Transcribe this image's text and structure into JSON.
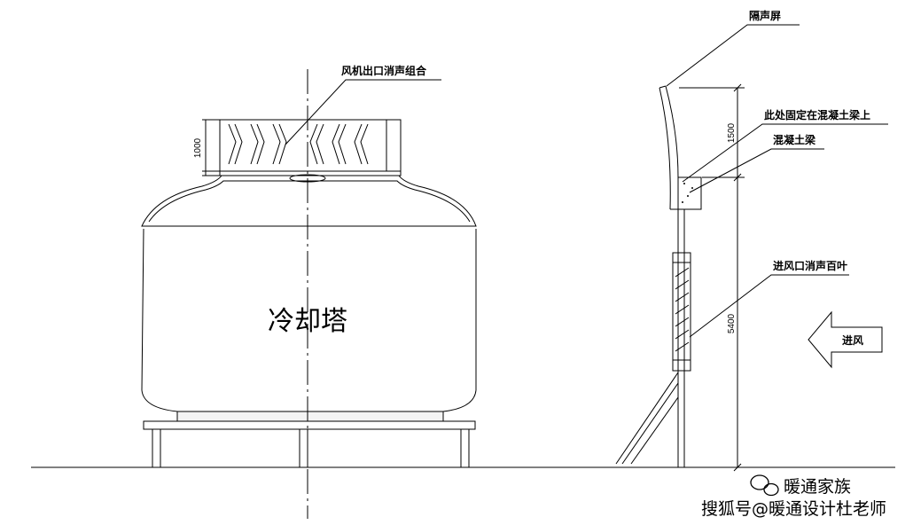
{
  "labels": {
    "outlet_silencer": "风机出口消声组合",
    "sound_barrier": "隔声屏",
    "fixed_on_beam": "此处固定在混凝土梁上",
    "concrete_beam": "混凝土梁",
    "inlet_louver": "进风口消声百叶",
    "air_in": "进风",
    "tower": "冷却塔"
  },
  "dimensions": {
    "silencer_height": "1000",
    "upper_height": "1500",
    "total_height": "5400"
  },
  "watermark": {
    "account": "暖通家族",
    "source": "搜狐号@暖通设计杜老师"
  }
}
